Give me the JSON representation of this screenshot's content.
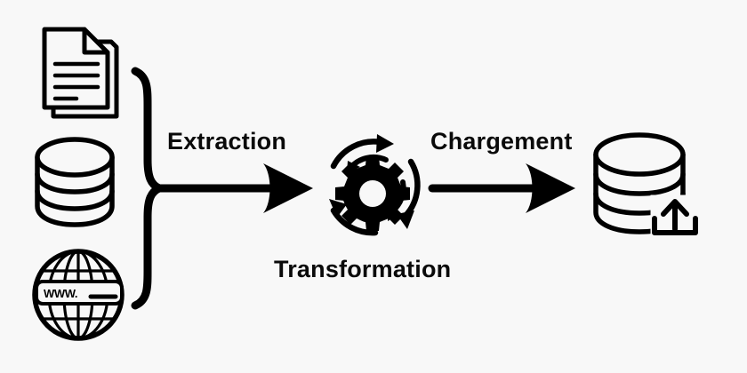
{
  "diagram": {
    "title": "ETL process diagram",
    "background_color": "#f8f8f8",
    "ink_color": "#000000",
    "sources": [
      {
        "id": "document",
        "icon": "document-stack-icon",
        "label": "",
        "text_lines": 4
      },
      {
        "id": "database",
        "icon": "database-cylinder-icon",
        "label": "",
        "bands": 3
      },
      {
        "id": "web",
        "icon": "globe-www-icon",
        "label": "",
        "bar_text": "WWW."
      }
    ],
    "stages": [
      {
        "id": "extraction",
        "label": "Extraction",
        "arrow": "arrow-right-extraction"
      },
      {
        "id": "transformation",
        "label": "Transformation",
        "icon": "gear-circular-arrows-icon"
      },
      {
        "id": "chargement",
        "label": "Chargement",
        "arrow": "arrow-right-chargement"
      }
    ],
    "target": {
      "id": "target-warehouse",
      "icon": "database-upload-icon",
      "badge": "upload-arrow-icon",
      "label": ""
    },
    "connector": {
      "id": "source-brace",
      "icon": "curly-brace-icon"
    }
  }
}
